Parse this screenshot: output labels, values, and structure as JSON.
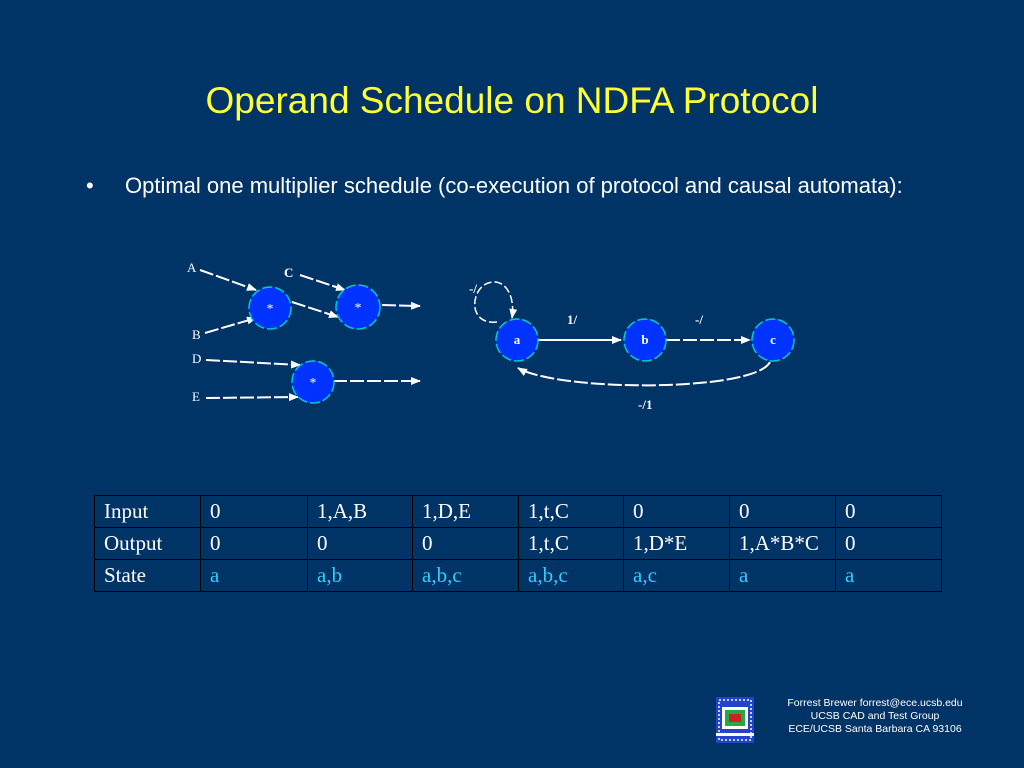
{
  "slide": {
    "title": "Operand Schedule on NDFA Protocol",
    "bullet": "Optimal one multiplier schedule (co-execution of protocol and causal automata):"
  },
  "dataflow": {
    "inputs": [
      "A",
      "B",
      "C",
      "D",
      "E"
    ],
    "multiplier_label": "*"
  },
  "automaton": {
    "states": [
      "a",
      "b",
      "c"
    ],
    "edges": {
      "self_loop_a": "-/",
      "a_to_b": "1/",
      "b_to_c": "-/",
      "c_to_a": "-/1"
    }
  },
  "schedule_table": {
    "rows": [
      {
        "label": "Input",
        "cells": [
          "0",
          "1,A,B",
          "1,D,E",
          "1,t,C",
          "0",
          "0",
          "0"
        ]
      },
      {
        "label": "Output",
        "cells": [
          "0",
          "0",
          "0",
          "1,t,C",
          "1,D*E",
          "1,A*B*C",
          "0"
        ]
      },
      {
        "label": "State",
        "cells": [
          "a",
          "a,b",
          "a,b,c",
          "a,b,c",
          "a,c",
          "a",
          "a"
        ]
      }
    ],
    "state_color": "#33ccff"
  },
  "footer": {
    "line1": "Forrest Brewer  forrest@ece.ucsb.edu",
    "line2": "UCSB CAD and Test Group",
    "line3": "ECE/UCSB Santa Barbara CA 93106"
  },
  "colors": {
    "background": "#003366",
    "title": "#ffff33",
    "node_fill": "#0033ff",
    "node_stroke": "#00cccc"
  }
}
